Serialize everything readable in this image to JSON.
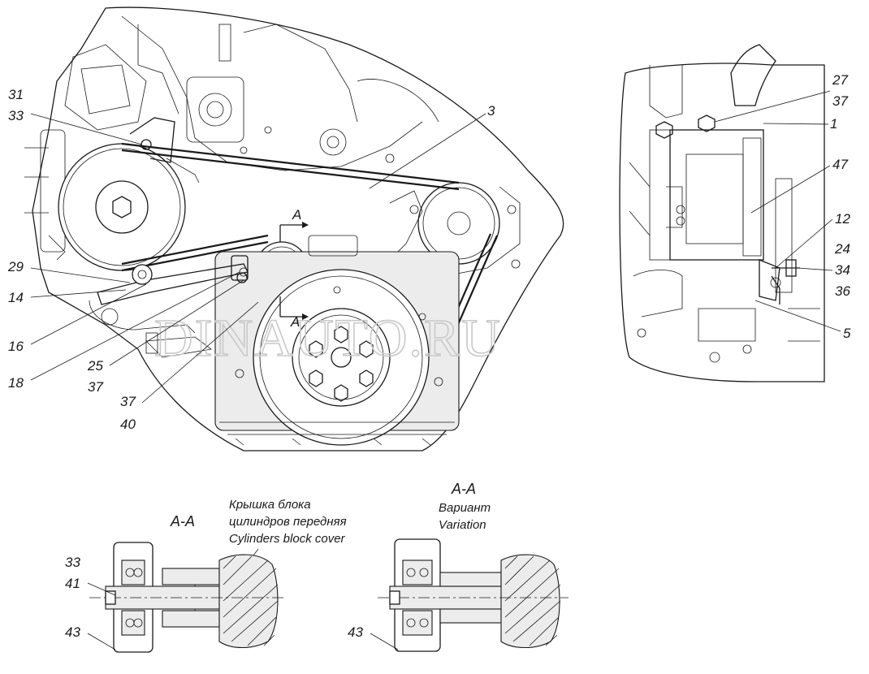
{
  "watermark": "DINAUTO.RU",
  "callouts_main": {
    "c31": "31",
    "c33": "33",
    "c3": "3",
    "c29": "29",
    "c14": "14",
    "c16": "16",
    "c18": "18",
    "c25": "25",
    "c37a": "37",
    "c37b": "37",
    "c40": "40",
    "sectionA_top": "A",
    "sectionA_bottom": "A"
  },
  "callouts_side": {
    "c27": "27",
    "c37": "37",
    "c1": "1",
    "c47": "47",
    "c12": "12",
    "c24": "24",
    "c34": "34",
    "c36": "36",
    "c5": "5"
  },
  "section_left": {
    "title": "A-A",
    "caption_ru_1": "Крышка блока",
    "caption_ru_2": "цилиндров передняя",
    "caption_en": "Cylinders  block cover",
    "c33": "33",
    "c41": "41",
    "c43": "43"
  },
  "section_right": {
    "title": "A-A",
    "variant_ru": "Вариант",
    "variant_en": "Variation",
    "c43": "43"
  },
  "colors": {
    "line": "#1a1a1a",
    "watermark": "#c9c9c9",
    "background": "#ffffff"
  }
}
